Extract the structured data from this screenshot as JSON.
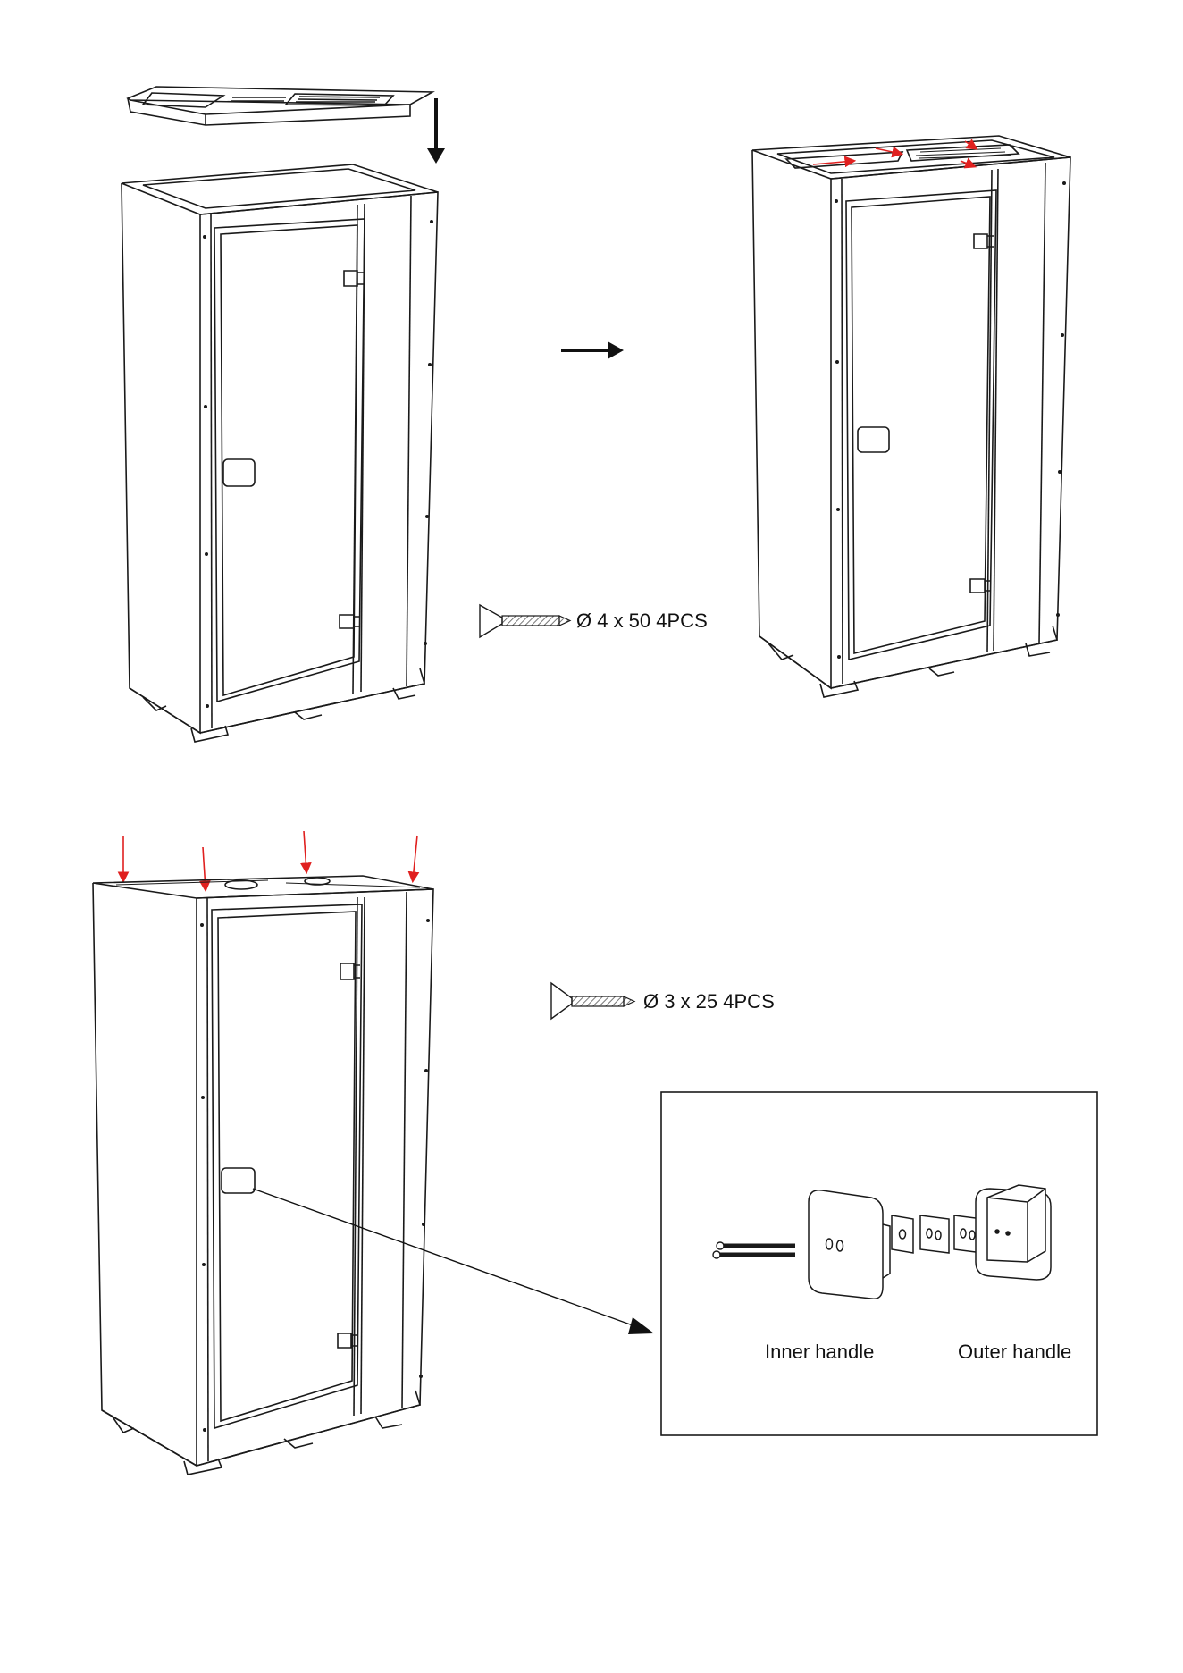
{
  "diagram": {
    "step1": {
      "screw": {
        "icon": "screw-icon",
        "label": "Ø 4 x 50  4PCS"
      }
    },
    "step2": {
      "screw": {
        "icon": "screw-icon",
        "label": "Ø 3 x 25  4PCS"
      },
      "detail": {
        "inner_label": "Inner handle",
        "outer_label": "Outer handle"
      }
    },
    "colors": {
      "line": "#1a1a1a",
      "annotation_arrow": "#e0201f",
      "hatch": "#555555"
    }
  }
}
